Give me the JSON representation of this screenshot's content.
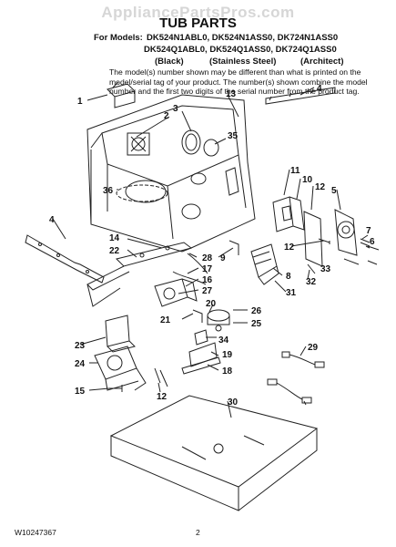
{
  "watermark": "AppliancePartsPros.com",
  "title": "TUB PARTS",
  "models": {
    "label": "For Models:",
    "line1": "DK524N1ABL0, DK524N1ASS0, DK724N1ASS0",
    "line2": "DK524Q1ABL0, DK524Q1ASS0, DK724Q1ASS0"
  },
  "finishes": [
    "(Black)",
    "(Stainless Steel)",
    "(Architect)"
  ],
  "note": "The model(s) number shown may be different than what is printed on the model/serial tag of your product. The number(s) shown combine the model number and the first two digits of the serial number from the product tag.",
  "footer": {
    "doc_number": "W10247367",
    "page_number": "2"
  },
  "callouts": [
    "1",
    "2",
    "3",
    "4",
    "35",
    "13",
    "36",
    "4",
    "11",
    "10",
    "12",
    "5",
    "7",
    "6",
    "12",
    "33",
    "32",
    "14",
    "22",
    "28",
    "9",
    "8",
    "31",
    "17",
    "16",
    "27",
    "20",
    "26",
    "21",
    "25",
    "34",
    "23",
    "19",
    "24",
    "18",
    "12",
    "15",
    "30",
    "29"
  ],
  "colors": {
    "ink": "#111111",
    "watermark": "#d6d6d6"
  }
}
